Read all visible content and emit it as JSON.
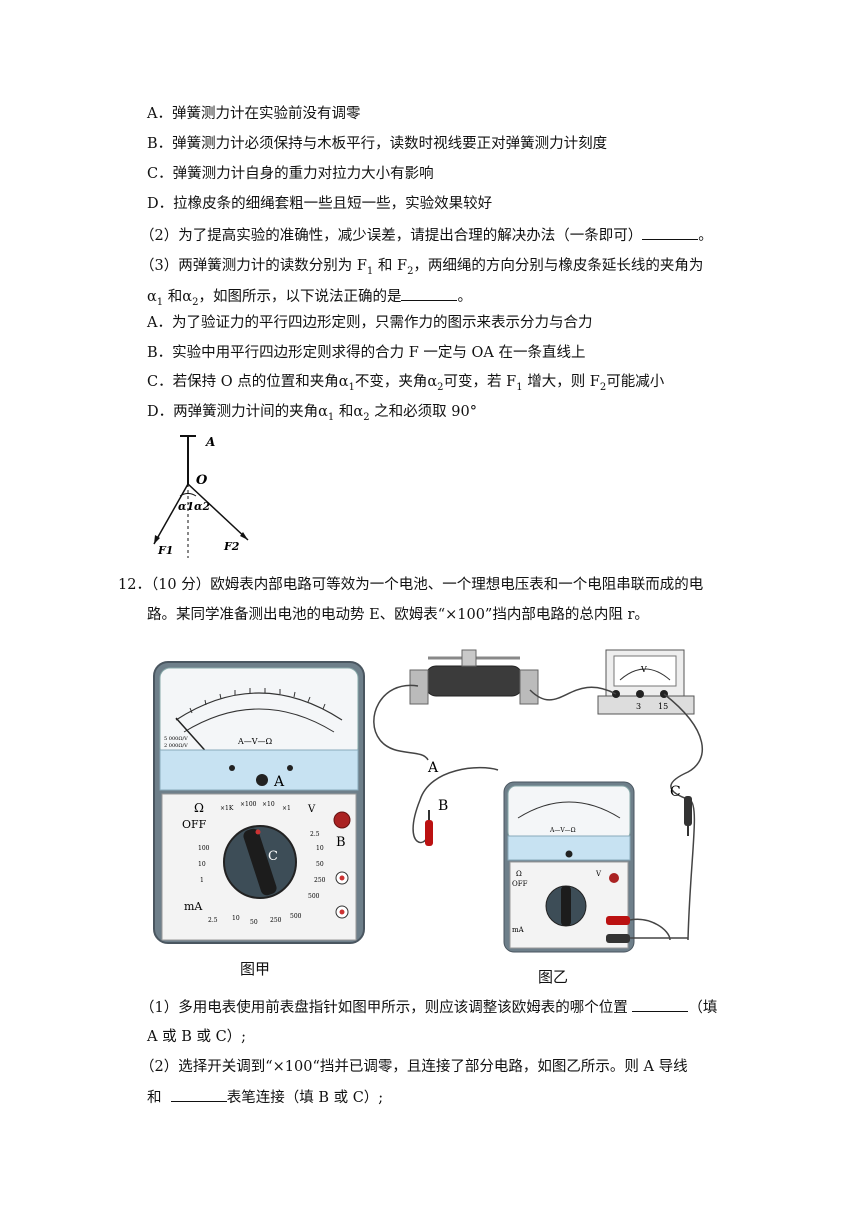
{
  "q11": {
    "opt1": {
      "A": "A．弹簧测力计在实验前没有调零",
      "B": "B．弹簧测力计必须保持与木板平行，读数时视线要正对弹簧测力计刻度",
      "C": "C．弹簧测力计自身的重力对拉力大小有影响",
      "D": "D．拉橡皮条的细绳套粗一些且短一些，实验效果较好"
    },
    "part2": "（2）为了提高实验的准确性，减少误差，请提出合理的解决办法（一条即可）",
    "part2_end": "。",
    "part3_line1": "（3）两弹簧测力计的读数分别为 F",
    "part3_line1b": " 和 F",
    "part3_line1c": "，两细绳的方向分别与橡皮条延长线的夹角为",
    "part3_line2a": "α",
    "part3_line2b": " 和α",
    "part3_line2c": "，如图所示，以下说法正确的是",
    "part3_line2_end": "。",
    "sub1": "1",
    "sub2": "2",
    "opt3": {
      "A": "A．为了验证力的平行四边形定则，只需作力的图示来表示分力与合力",
      "B": "B．实验中用平行四边形定则求得的合力 F 一定与 OA 在一条直线上",
      "C1": "C．若保持 O 点的位置和夹角α",
      "C2": "不变，夹角α",
      "C3": "可变，若 F",
      "C4": " 增大，则 F",
      "C5": "可能减小",
      "D1": "D．两弹簧测力计间的夹角α",
      "D2": " 和α",
      "D3": " 之和必须取 90°"
    },
    "figure": {
      "A": "A",
      "O": "O",
      "a1": "α1",
      "a2": "α2",
      "F1": "F1",
      "F2": "F2"
    }
  },
  "q12": {
    "line1": "12．（10 分）欧姆表内部电路可等效为一个电池、一个理想电压表和一个电阻串联而成的电",
    "line2": "路。某同学准备测出电池的电动势 E、欧姆表“×100”挡内部电路的总内阻 r。",
    "fig_jia": "图甲",
    "fig_yi": "图乙",
    "meter_labels": {
      "scale": "A—V—Ω",
      "A": "A",
      "B": "B",
      "C": "C",
      "omega": "Ω",
      "off": "OFF",
      "ma": "mA",
      "v": "V",
      "ohm_ranges": [
        "×1K",
        "×100",
        "×10",
        "×1"
      ],
      "left_ticks": [
        "100",
        "10",
        "1"
      ],
      "bottom_ticks": [
        "2.5",
        "10",
        "50",
        "250",
        "500"
      ],
      "right_ticks": [
        "2.5",
        "10",
        "50",
        "250",
        "500"
      ],
      "sens": [
        "5 000Ω/V",
        "2 000Ω/V"
      ]
    },
    "circuit_labels": {
      "A": "A",
      "B": "B",
      "C": "C",
      "v3": "3",
      "v15": "15",
      "vm": "V"
    },
    "p1_line1": "（1）多用电表使用前表盘指针如图甲所示，则应该调整该欧姆表的哪个位置",
    "p1_end": "（填",
    "p1_line2": "A 或 B 或 C）;",
    "p2_line1": "（2）选择开关调到“×100“挡并已调零，且连接了部分电路，如图乙所示。则 A 导线",
    "p2_line2a": "和",
    "p2_line2b": "表笔连接（填 B 或 C）;"
  }
}
